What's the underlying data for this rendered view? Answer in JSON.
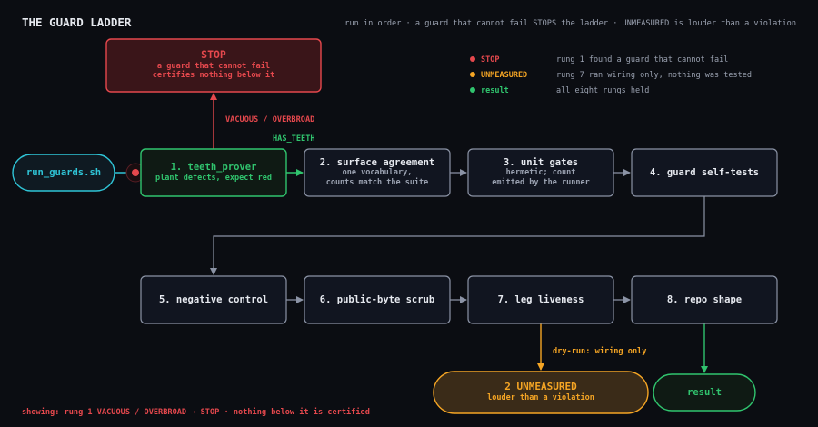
{
  "title": "THE GUARD LADDER",
  "subtitle": "run in order · a guard that cannot fail STOPS the ladder · UNMEASURED is louder than a violation",
  "legend": [
    {
      "label": "STOP",
      "desc": "rung 1 found a guard that cannot fail",
      "color": "#e5484d"
    },
    {
      "label": "UNMEASURED",
      "desc": "rung 7 ran wiring only, nothing was tested",
      "color": "#f5a524"
    },
    {
      "label": "result",
      "desc": "all eight rungs held",
      "color": "#30c46e"
    }
  ],
  "start": {
    "label": "run_guards.sh"
  },
  "stop_box": {
    "title": "STOP",
    "line1": "a guard that cannot fail",
    "line2": "certifies nothing below it"
  },
  "rungs": [
    {
      "title": "1. teeth_prover",
      "sub1": "plant defects, expect red",
      "sub2": ""
    },
    {
      "title": "2. surface agreement",
      "sub1": "one vocabulary,",
      "sub2": "counts match the suite"
    },
    {
      "title": "3. unit gates",
      "sub1": "hermetic; count",
      "sub2": "emitted by the runner"
    },
    {
      "title": "4. guard self-tests",
      "sub1": "",
      "sub2": ""
    },
    {
      "title": "5. negative control",
      "sub1": "",
      "sub2": ""
    },
    {
      "title": "6. public-byte scrub",
      "sub1": "",
      "sub2": ""
    },
    {
      "title": "7. leg liveness",
      "sub1": "",
      "sub2": ""
    },
    {
      "title": "8. repo shape",
      "sub1": "",
      "sub2": ""
    }
  ],
  "edge_labels": {
    "vacuous": "VACUOUS / OVERBROAD",
    "has_teeth": "HAS_TEETH",
    "dry_run": "dry-run: wiring only"
  },
  "unmeasured_box": {
    "title": "2 UNMEASURED",
    "sub": "louder than a violation"
  },
  "result_box": {
    "label": "result"
  },
  "footer": "showing: rung 1 VACUOUS / OVERBROAD → STOP · nothing below it is certified",
  "colors": {
    "background": "#0b0d12",
    "node_fill": "#111520",
    "node_stroke": "#8b93a5",
    "text": "#e6e9ef",
    "muted": "#9aa1b0",
    "cyan": "#2fc4d6",
    "green": "#30c46e",
    "red": "#e5484d",
    "amber": "#f5a524"
  }
}
